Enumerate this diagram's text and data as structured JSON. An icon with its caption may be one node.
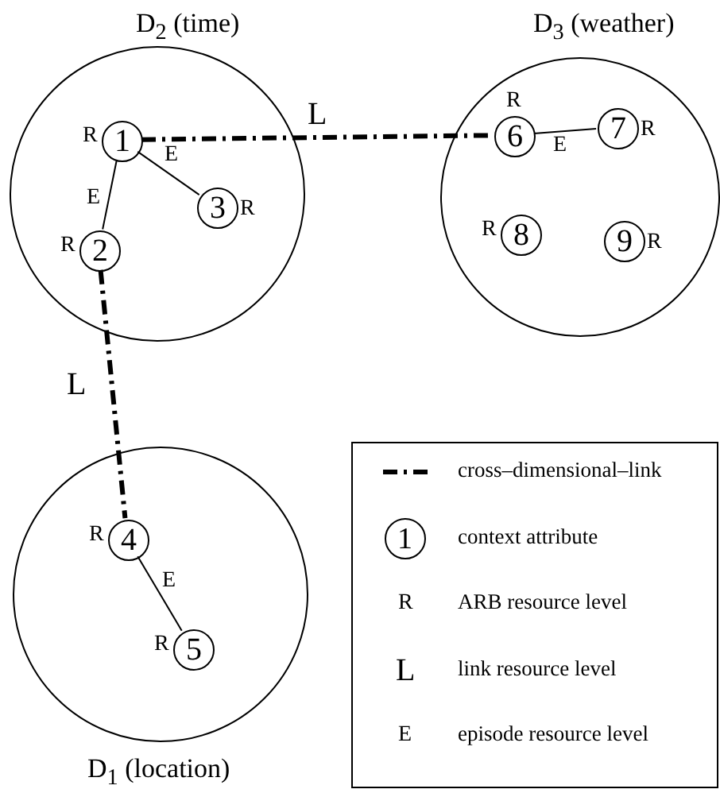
{
  "diagram": {
    "nodes": [
      {
        "text": [
          "D$_{2}$ (time)"
        ]
      },
      {
        "text": [
          "1"
        ],
        "in": 0,
        "beside": [
          "R"
        ]
      },
      {
        "text": [
          "2"
        ],
        "in": 0,
        "beside": [
          "R"
        ]
      },
      {
        "text": [
          "3"
        ],
        "in": 0,
        "beside": [
          "R"
        ]
      },
      {
        "text": [
          "D$_{3}$ (weather)"
        ]
      },
      {
        "text": [
          "6"
        ],
        "in": 4,
        "beside": [
          "R"
        ]
      },
      {
        "text": [
          "7"
        ],
        "in": 4,
        "beside": [
          "R"
        ]
      },
      {
        "text": [
          "8"
        ],
        "in": 4,
        "beside": [
          "R"
        ]
      },
      {
        "text": [
          "9"
        ],
        "in": 4,
        "beside": [
          "R"
        ]
      },
      {
        "text": [
          "D$_{1}$ (location)"
        ]
      },
      {
        "text": [
          "4"
        ],
        "in": 9,
        "beside": [
          "R"
        ]
      },
      {
        "text": [
          "5"
        ],
        "in": 9,
        "beside": [
          "R"
        ]
      }
    ],
    "edges": [
      {
        "from": 1,
        "to": 2,
        "arrow": "none",
        "label": "E"
      },
      {
        "from": 1,
        "to": 3,
        "arrow": "none",
        "label": "E"
      },
      {
        "from": 1,
        "to": 5,
        "arrow": "none",
        "label": "L",
        "style": "dashed"
      },
      {
        "from": 5,
        "to": 6,
        "arrow": "none",
        "label": "E"
      },
      {
        "from": 2,
        "to": 10,
        "arrow": "none",
        "label": "L",
        "style": "dashed"
      },
      {
        "from": 10,
        "to": 11,
        "arrow": "none",
        "label": "E"
      }
    ],
    "labels": [
      "1",
      "R",
      "L",
      "E"
    ],
    "legend": [
      {
        "text": "cross–dimensional–link"
      },
      {
        "text": "context attribute"
      },
      {
        "text": "ARB resource level"
      },
      {
        "text": "link resource level"
      },
      {
        "text": "episode resource level"
      }
    ]
  }
}
